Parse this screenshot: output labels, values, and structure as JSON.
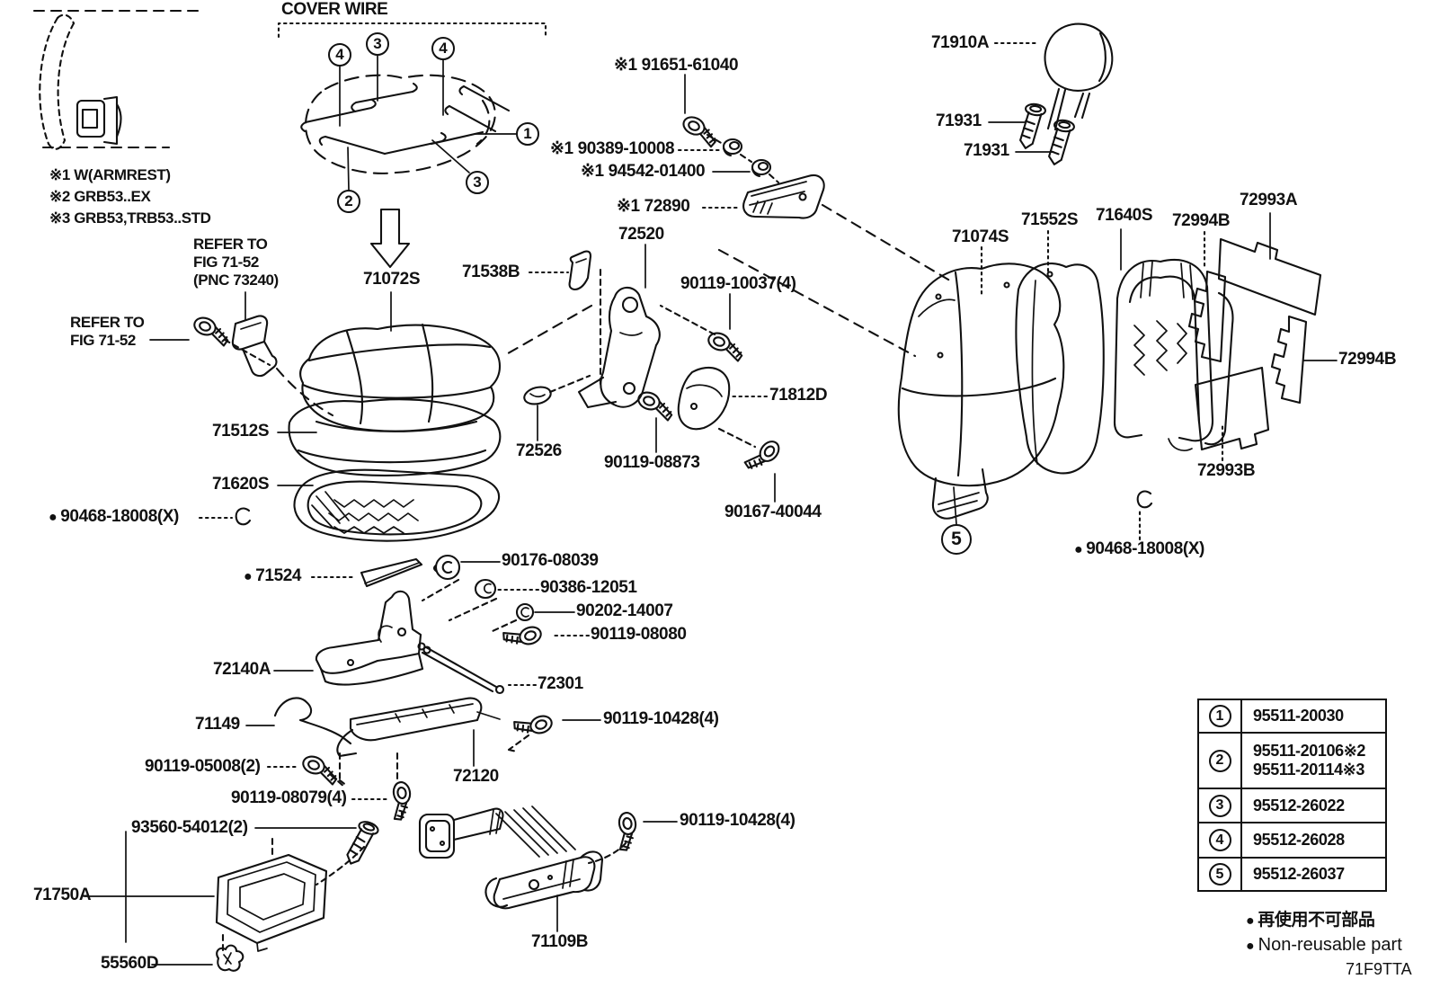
{
  "title": "COVER WIRE",
  "symbols": {
    "bullet": "●"
  },
  "notes": {
    "n1": "※1 W(ARMREST)",
    "n2": "※2 GRB53..EX",
    "n3": "※3 GRB53,TRB53..STD"
  },
  "references": {
    "pnc_line1": "REFER TO",
    "pnc_line2": "FIG 71-52",
    "pnc_line3": "(PNC 73240)",
    "fig_line1": "REFER TO",
    "fig_line2": "FIG 71-52"
  },
  "callouts": [
    "4",
    "3",
    "4",
    "1",
    "2",
    "3",
    "5"
  ],
  "labels": {
    "p91651": "※1 91651-61040",
    "p90389": "※1 90389-10008",
    "p94542": "※1 94542-01400",
    "p72890": "※1 72890",
    "p72520": "72520",
    "p71538B": "71538B",
    "p71072S": "71072S",
    "p90119_10037": "90119-10037(4)",
    "p71812D": "71812D",
    "p71512S": "71512S",
    "p72526": "72526",
    "p90119_08873": "90119-08873",
    "p71620S": "71620S",
    "p90167_40044": "90167-40044",
    "p90468_L": "90468-18008(X)",
    "p71524": "71524",
    "p90176_08039": "90176-08039",
    "p90386_12051": "90386-12051",
    "p90202_14007": "90202-14007",
    "p90119_08080": "90119-08080",
    "p72140A": "72140A",
    "p72301": "72301",
    "p71149": "71149",
    "p90119_10428_a": "90119-10428(4)",
    "p90119_05008": "90119-05008(2)",
    "p72120": "72120",
    "p90119_08079": "90119-08079(4)",
    "p93560_54012": "93560-54012(2)",
    "p90119_10428_b": "90119-10428(4)",
    "p71750A": "71750A",
    "p55560D": "55560D",
    "p71109B": "71109B",
    "p71910A": "71910A",
    "p71931_a": "71931",
    "p71931_b": "71931",
    "p71074S": "71074S",
    "p71552S": "71552S",
    "p71640S": "71640S",
    "p72994B_a": "72994B",
    "p72993A": "72993A",
    "p72994B_b": "72994B",
    "p72993B": "72993B",
    "p90468_R": "90468-18008(X)"
  },
  "table": {
    "rows": [
      {
        "no": "1",
        "codes": [
          "95511-20030"
        ]
      },
      {
        "no": "2",
        "codes": [
          "95511-20106※2",
          "95511-20114※3"
        ]
      },
      {
        "no": "3",
        "codes": [
          "95512-26022"
        ]
      },
      {
        "no": "4",
        "codes": [
          "95512-26028"
        ]
      },
      {
        "no": "5",
        "codes": [
          "95512-26037"
        ]
      }
    ]
  },
  "legend": {
    "jp": "再使用不可部品",
    "en": "Non-reusable part"
  },
  "drawing_code": "71F9TTA"
}
